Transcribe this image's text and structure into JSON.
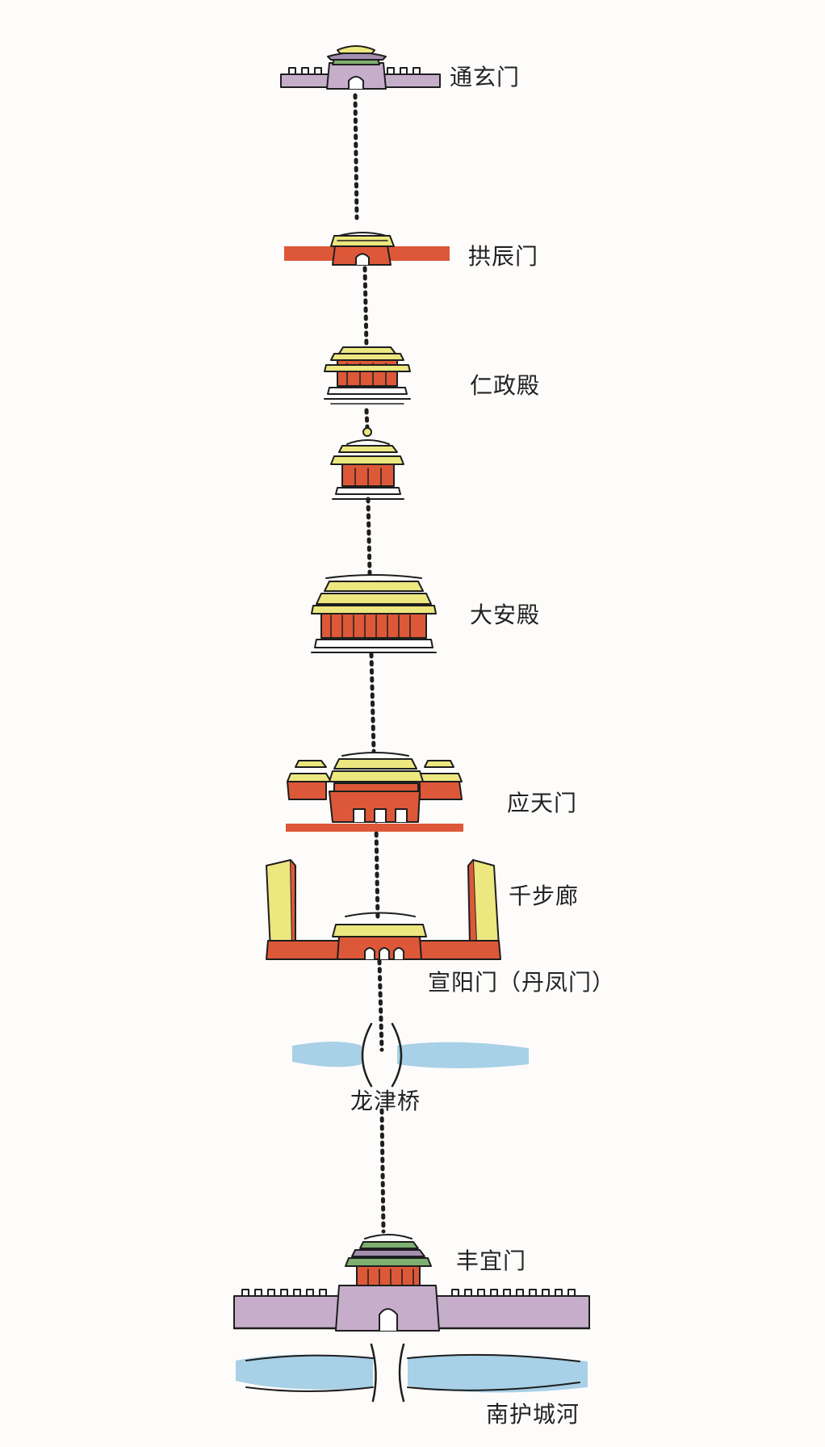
{
  "labels": {
    "tongxuan_gate": "通玄门",
    "gongchen_gate": "拱辰门",
    "renzheng_hall": "仁政殿",
    "daan_hall": "大安殿",
    "yingtian_gate": "应天门",
    "qianbu_corridor": "千步廊",
    "xuanyang_gate": "宣阳门（丹凤门）",
    "longjin_bridge": "龙津桥",
    "fengyi_gate": "丰宜门",
    "south_moat": "南护城河"
  },
  "colors": {
    "wall_purple": "#c6aecb",
    "wall_red": "#dd5838",
    "roof_yellow": "#ece77f",
    "roof_green": "#7eaf6f",
    "roof_purple": "#a48fb0",
    "water_blue": "#a8d0e6",
    "ink": "#1e1e1e"
  }
}
